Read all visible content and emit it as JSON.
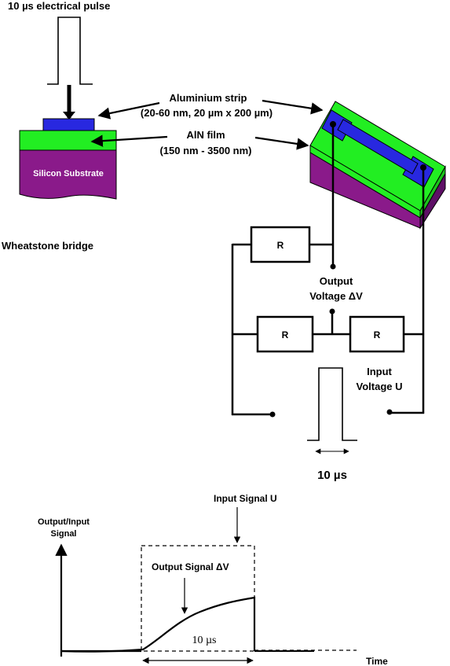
{
  "labels": {
    "pulse_title": "10 µs electrical pulse",
    "aluminium_strip": "Aluminium strip",
    "aluminium_dims": "(20-60 nm, 20 µm x 200 µm)",
    "aln_film": "AlN film",
    "aln_dims": "(150 nm - 3500 nm)",
    "silicon_substrate": "Silicon Substrate",
    "wheatstone_bridge": "Wheatstone bridge",
    "resistor_top": "R",
    "resistor_left": "R",
    "resistor_right": "R",
    "output_voltage_line1": "Output",
    "output_voltage_line2": "Voltage ΔV",
    "input_voltage_line1": "Input",
    "input_voltage_line2": "Voltage U",
    "pulse_width": "10 µs",
    "graph_ylabel_line1": "Output/Input",
    "graph_ylabel_line2": "Signal",
    "input_signal": "Input Signal U",
    "output_signal": "Output Signal ΔV",
    "graph_duration": "10 µs",
    "graph_xlabel": "Time"
  },
  "colors": {
    "aluminium": "#2828e0",
    "aln_film": "#22ee22",
    "substrate": "#8a1a8a",
    "substrate_dark": "#5e0f66",
    "line": "#000000"
  }
}
